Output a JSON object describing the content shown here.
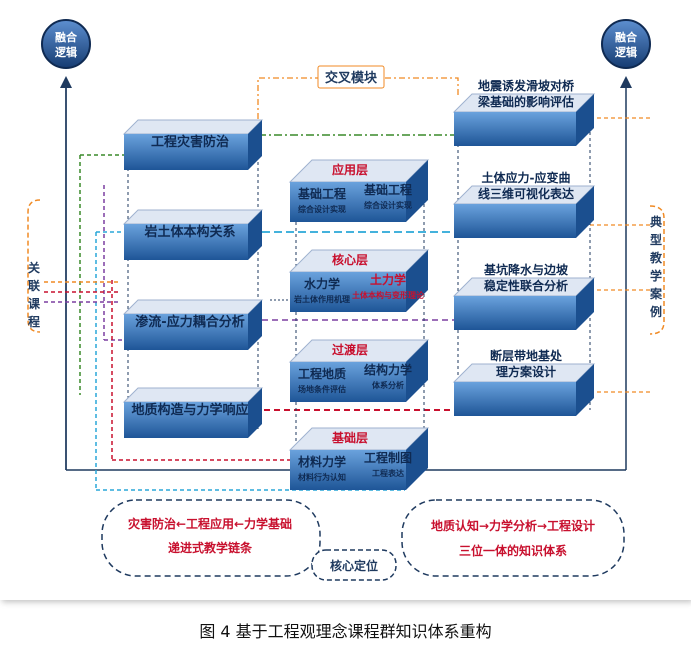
{
  "caption": "图 4 基于工程观理念课程群知识体系重构",
  "logic_left": {
    "line1": "融合",
    "line2": "逻辑"
  },
  "logic_right": {
    "line1": "融合",
    "line2": "逻辑"
  },
  "cross_module": "交叉模块",
  "left_modules": [
    "工程灾害防治",
    "岩土体本构关系",
    "渗流-应力耦合分析",
    "地质构造与力学响应"
  ],
  "layers": [
    {
      "name": "应用层",
      "left_title": "基础工程",
      "left_sub": "综合设计实现",
      "right_title": "基础工程",
      "right_sub": "综合设计实现"
    },
    {
      "name": "核心层",
      "left_title": "水力学",
      "left_sub": "岩土体作用机理",
      "right_title": "土力学",
      "right_sub": "土体本构与变形理论"
    },
    {
      "name": "过渡层",
      "left_title": "工程地质",
      "left_sub": "场地条件评估",
      "right_title": "结构力学",
      "right_sub": "体系分析"
    },
    {
      "name": "基础层",
      "left_title": "材料力学",
      "left_sub": "材料行为认知",
      "right_title": "工程制图",
      "right_sub": "工程表达"
    }
  ],
  "right_cases": [
    "地震诱发滑坡对桥梁基础的影响评估",
    "土体应力-应变曲线三维可视化表达",
    "基坑降水与边坡稳定性联合分析",
    "断层带地基处理方案设计"
  ],
  "related_courses": [
    "关",
    "联",
    "课",
    "程"
  ],
  "typical_cases": [
    "典",
    "型",
    "教",
    "学",
    "案",
    "例"
  ],
  "bottom_left": {
    "line1": "灾害防治←工程应用←力学基础",
    "line2": "递进式教学链条"
  },
  "bottom_center": "核心定位",
  "bottom_right": {
    "line1": "地质认知→力学分析→工程设计",
    "line2": "三位一体的知识体系"
  },
  "colors": {
    "frame": "#1f3a5f",
    "box_dark": "#1b4f8f",
    "box_light": "#4b8bd0",
    "accent_orange": "#f08a24",
    "accent_red": "#c8102e",
    "accent_green": "#3a8a2a",
    "accent_purple": "#7b3fa0",
    "accent_cyan": "#2aa7d8"
  },
  "icons": [
    "circle-badge-icon",
    "arrow-icon"
  ]
}
